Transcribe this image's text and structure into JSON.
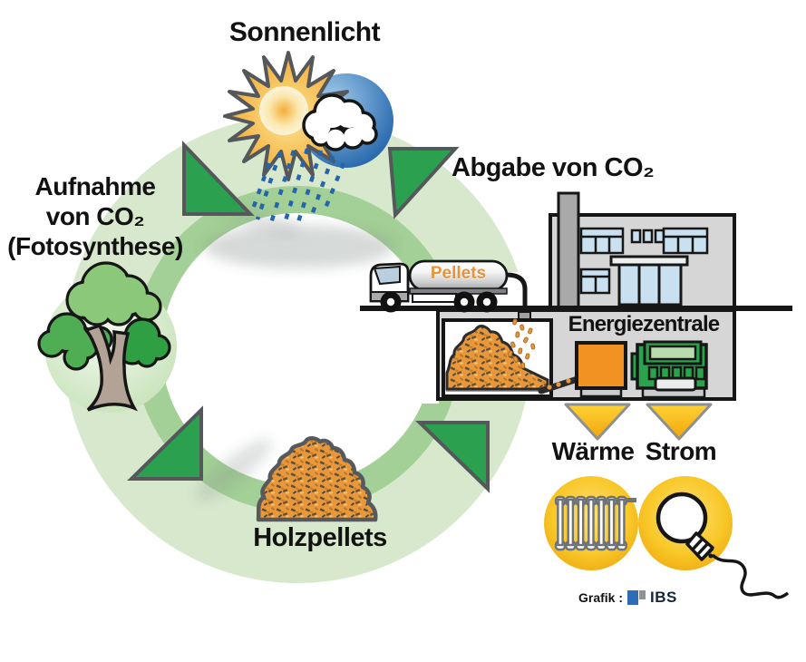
{
  "labels": {
    "sunlight": "Sonnenlicht",
    "co2_uptake_line1": "Aufnahme",
    "co2_uptake_line2": "von CO₂",
    "co2_uptake_line3": "(Fotosynthese)",
    "co2_release": "Abgabe von CO₂",
    "truck_tank": "Pellets",
    "energy_center": "Energiezentrale",
    "heat": "Wärme",
    "electricity": "Strom",
    "wood_pellets": "Holzpellets",
    "credit_label": "Grafik :",
    "credit_brand": "IBS"
  },
  "cycle_steps": [
    "Sonnenlicht",
    "Abgabe von CO₂",
    "Holzpellets",
    "Aufnahme von CO₂ (Fotosynthese)"
  ],
  "outputs": [
    "Wärme",
    "Strom"
  ],
  "icons": {
    "sun": "sun-icon",
    "rain_cloud": "rain-cloud-icon",
    "tree": "tree-icon",
    "pellet_pile": "pellet-pile-icon",
    "truck": "pellet-truck-icon",
    "building": "energy-plant-building-icon",
    "boiler": "boiler-icon",
    "chp_unit": "chp-unit-icon",
    "funnel": "down-arrow-funnel-icon",
    "radiator": "radiator-icon",
    "light_bulb": "light-bulb-icon",
    "cycle_arrow": "green-triangle-arrow-icon"
  },
  "colors": {
    "ring_pale_green": "#d7e8cd",
    "ring_medium_green": "#a3d096",
    "arrow_green": "#2ba14f",
    "outline_gray": "#54585b",
    "sun_yellow": "#f3ab32",
    "sky_blue": "#2a6db4",
    "rain_blue": "#2565ae",
    "pellet_orange": "#e9973b",
    "boiler_orange": "#f19222",
    "machine_green": "#2aa44c",
    "funnel_yellow": "#f9c01d",
    "gold_circle": "#f9c829",
    "building_gray": "#d5d6d5",
    "window_blue": "#c9e0f1",
    "brand_blue": "#2e6cb5",
    "brand_gray": "#8f9399",
    "brand_navy": "#14243f",
    "text_black": "#121212"
  }
}
